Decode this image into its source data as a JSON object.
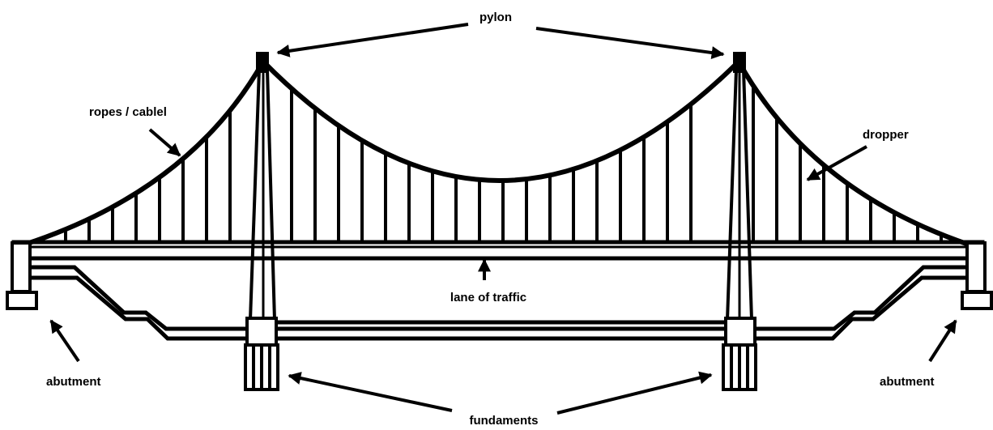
{
  "labels": {
    "pylon": "pylon",
    "ropes": "ropes / cablel",
    "dropper": "dropper",
    "lane": "lane of traffic",
    "abutment_left": "abutment",
    "abutment_right": "abutment",
    "fundaments": "fundaments"
  },
  "colors": {
    "stroke": "#000000",
    "background": "#ffffff"
  }
}
